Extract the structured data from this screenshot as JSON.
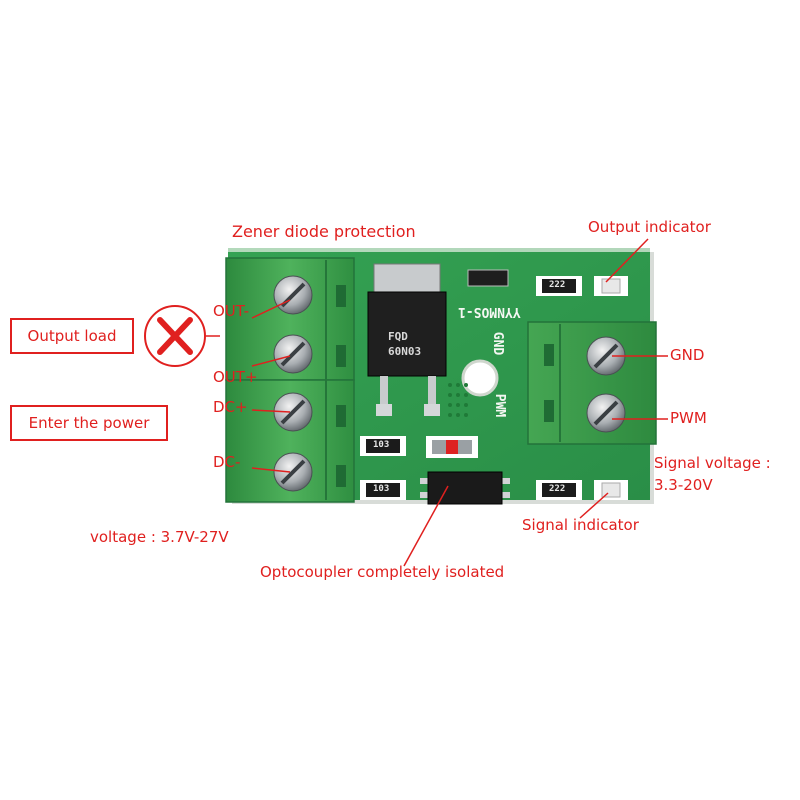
{
  "annotations": {
    "zener": "Zener diode protection",
    "output_indicator": "Output indicator",
    "output_load": "Output load",
    "enter_power": "Enter the power",
    "out_minus": "OUT-",
    "out_plus": "OUT+",
    "dc_plus": "DC+",
    "dc_minus": "DC-",
    "gnd": "GND",
    "pwm": "PWM",
    "signal_voltage_line1": "Signal voltage :",
    "signal_voltage_line2": "3.3-20V",
    "signal_indicator": "Signal indicator",
    "voltage": "voltage : 3.7V-27V",
    "optocoupler": "Optocoupler completely isolated"
  },
  "silkscreen": {
    "board_name": "YYNMOS-1",
    "gnd": "GND",
    "pwm": "PWM",
    "mosfet_line1": "FQD",
    "mosfet_line2": "60N03",
    "r1": "103",
    "r2": "103",
    "r3": "222",
    "r4": "222"
  },
  "colors": {
    "annotation": "#e0201f",
    "pcb": "#2f9a4c",
    "terminal": "#3f9f4e"
  }
}
